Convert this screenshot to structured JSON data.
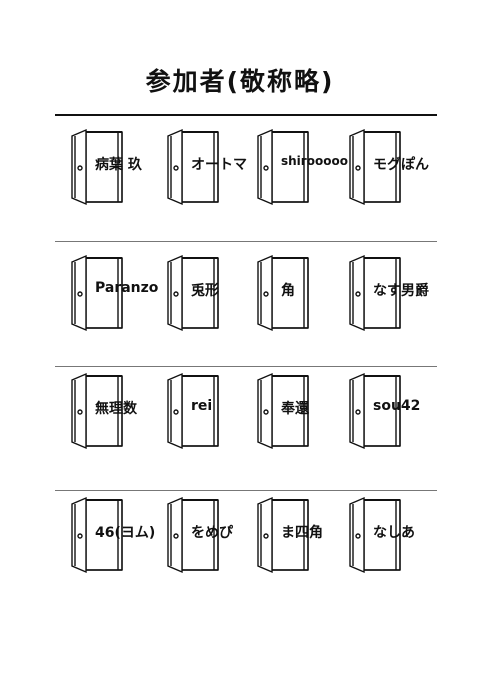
{
  "title": "参加者(敬称略)",
  "participants": [
    "病葉 玖",
    "オートマ",
    "shirooooo",
    "モグぽん",
    "Paranzo",
    "兎形",
    "角",
    "なす男爵",
    "無理数",
    "rei",
    "奉還",
    "sou42",
    "46(ヨム)",
    "をめぴ",
    "ま四角",
    "なしあ"
  ]
}
